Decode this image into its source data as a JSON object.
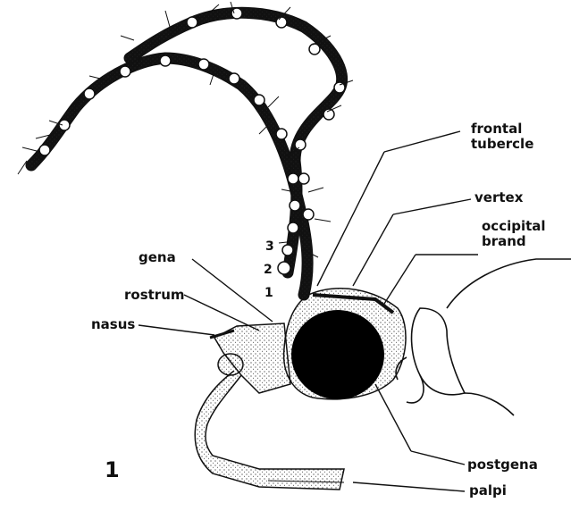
{
  "figure": {
    "number": "1",
    "labels": {
      "frontal_tubercle_line1": "frontal",
      "frontal_tubercle_line2": "tubercle",
      "vertex": "vertex",
      "occipital_brand_line1": "occipital",
      "occipital_brand_line2": "brand",
      "gena": "gena",
      "rostrum": "rostrum",
      "nasus": "nasus",
      "postgena": "postgena",
      "palpi": "palpi"
    },
    "segments": [
      "3",
      "2",
      "1"
    ]
  },
  "colors": {
    "ink": "#111111",
    "background": "#ffffff"
  }
}
